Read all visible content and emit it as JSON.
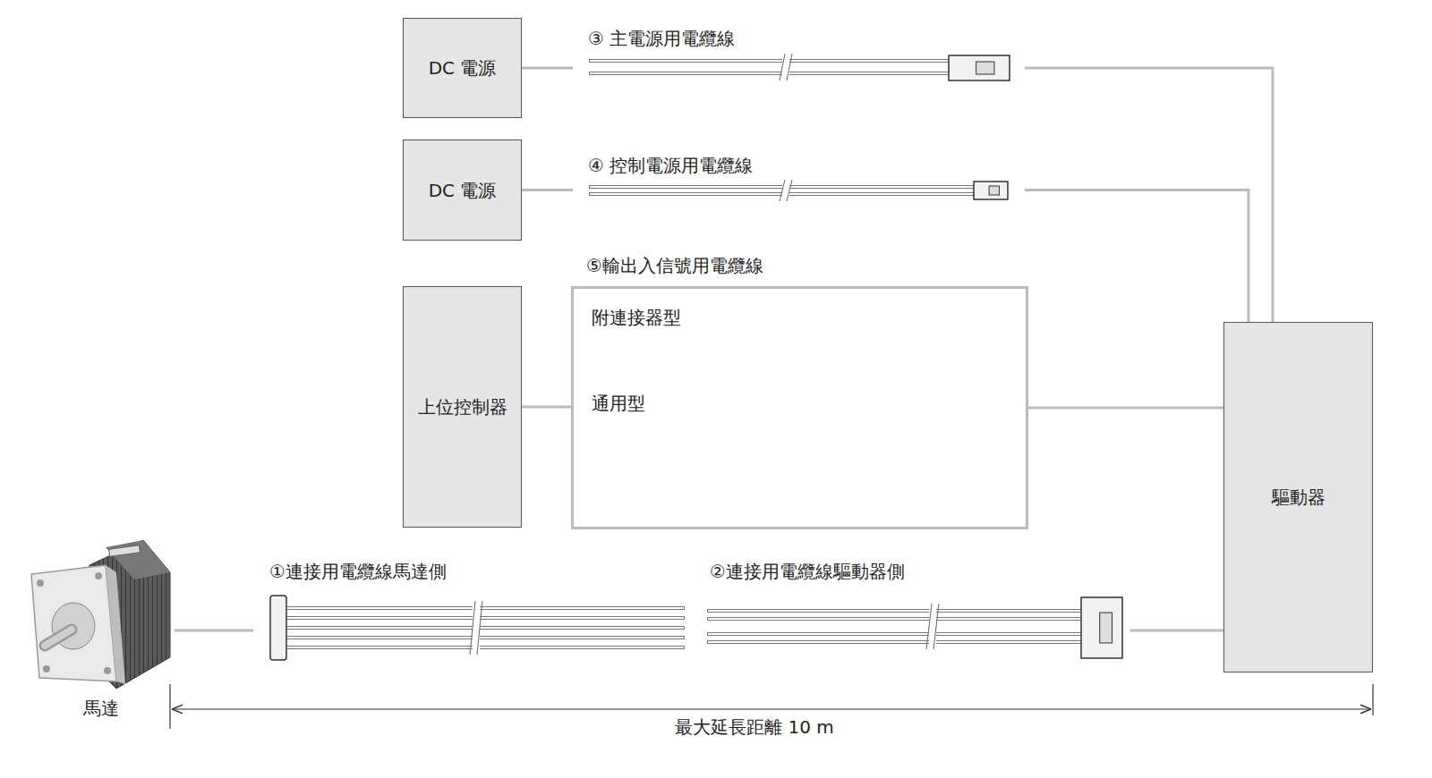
{
  "diagram": {
    "nodes": [
      {
        "text": [
          "DC 電源"
        ]
      },
      {
        "text": [
          "DC 電源"
        ]
      },
      {
        "text": [
          "上位控制器"
        ]
      },
      {
        "text": [
          "⑤輸出入信號用電纜線",
          "附連接器型",
          "通用型"
        ]
      },
      {
        "text": [
          "驅動器"
        ]
      },
      {
        "text": [
          "馬達"
        ]
      }
    ],
    "edges": [
      {
        "from": 0,
        "to": 4,
        "arrow": "none"
      },
      {
        "from": 1,
        "to": 4,
        "arrow": "none"
      },
      {
        "from": 2,
        "to": 3,
        "arrow": "none"
      },
      {
        "from": 3,
        "to": 4,
        "arrow": "none"
      },
      {
        "from": 5,
        "to": 4,
        "arrow": "none"
      }
    ],
    "labels": [
      "③ 主電源用電纜線",
      "④ 控制電源用電纜線",
      "①連接用電纜線馬達側",
      "②連接用電纜線驅動器側",
      "最大延長距離 10 m"
    ]
  }
}
